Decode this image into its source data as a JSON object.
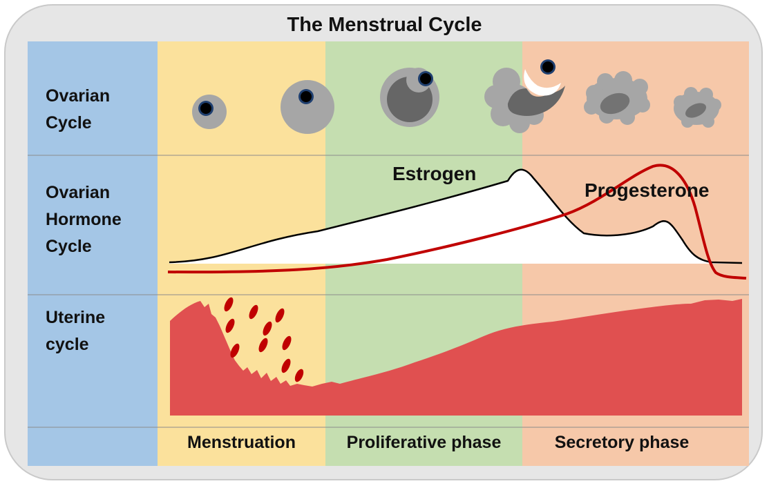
{
  "title": "The Menstrual Cycle",
  "rows": {
    "ovarian": [
      "Ovarian",
      "Cycle"
    ],
    "hormone": [
      "Ovarian",
      "Hormone",
      "Cycle"
    ],
    "uterine": [
      "Uterine",
      "cycle"
    ]
  },
  "hormones": {
    "estrogen": "Estrogen",
    "progesterone": "Progesterone"
  },
  "phases": {
    "menstruation": "Menstruation",
    "proliferative": "Proliferative phase",
    "secretory": "Secretory phase"
  },
  "colors": {
    "label_column": "#a4c6e6",
    "menstruation": "#fbe19c",
    "proliferative": "#c5deb0",
    "secretory": "#f6c8a9",
    "estrogen_line": "#000000",
    "progesterone_line": "#c00000",
    "endometrium": "#e05050",
    "blood_drops": "#c00000",
    "follicle": "#a6a6a6",
    "oocyte": "#000000"
  }
}
